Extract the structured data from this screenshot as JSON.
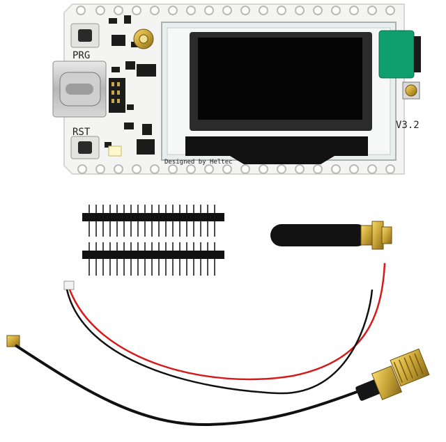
{
  "board": {
    "prg_label": "PRG",
    "rst_label": "RST",
    "version_label": "V3.2",
    "silk_text": "Designed by Heltec"
  },
  "contents": [
    "dev-board",
    "pin-header",
    "pin-header",
    "antenna",
    "battery-cable",
    "ipex-sma-cable"
  ],
  "colors": {
    "pcb": "#f4f4f2",
    "oled_glass": "#050505",
    "gold": "#c9a437",
    "wire_red": "#d61a1a",
    "wire_black": "#111111",
    "ceramic_green": "#0f9e6e"
  }
}
